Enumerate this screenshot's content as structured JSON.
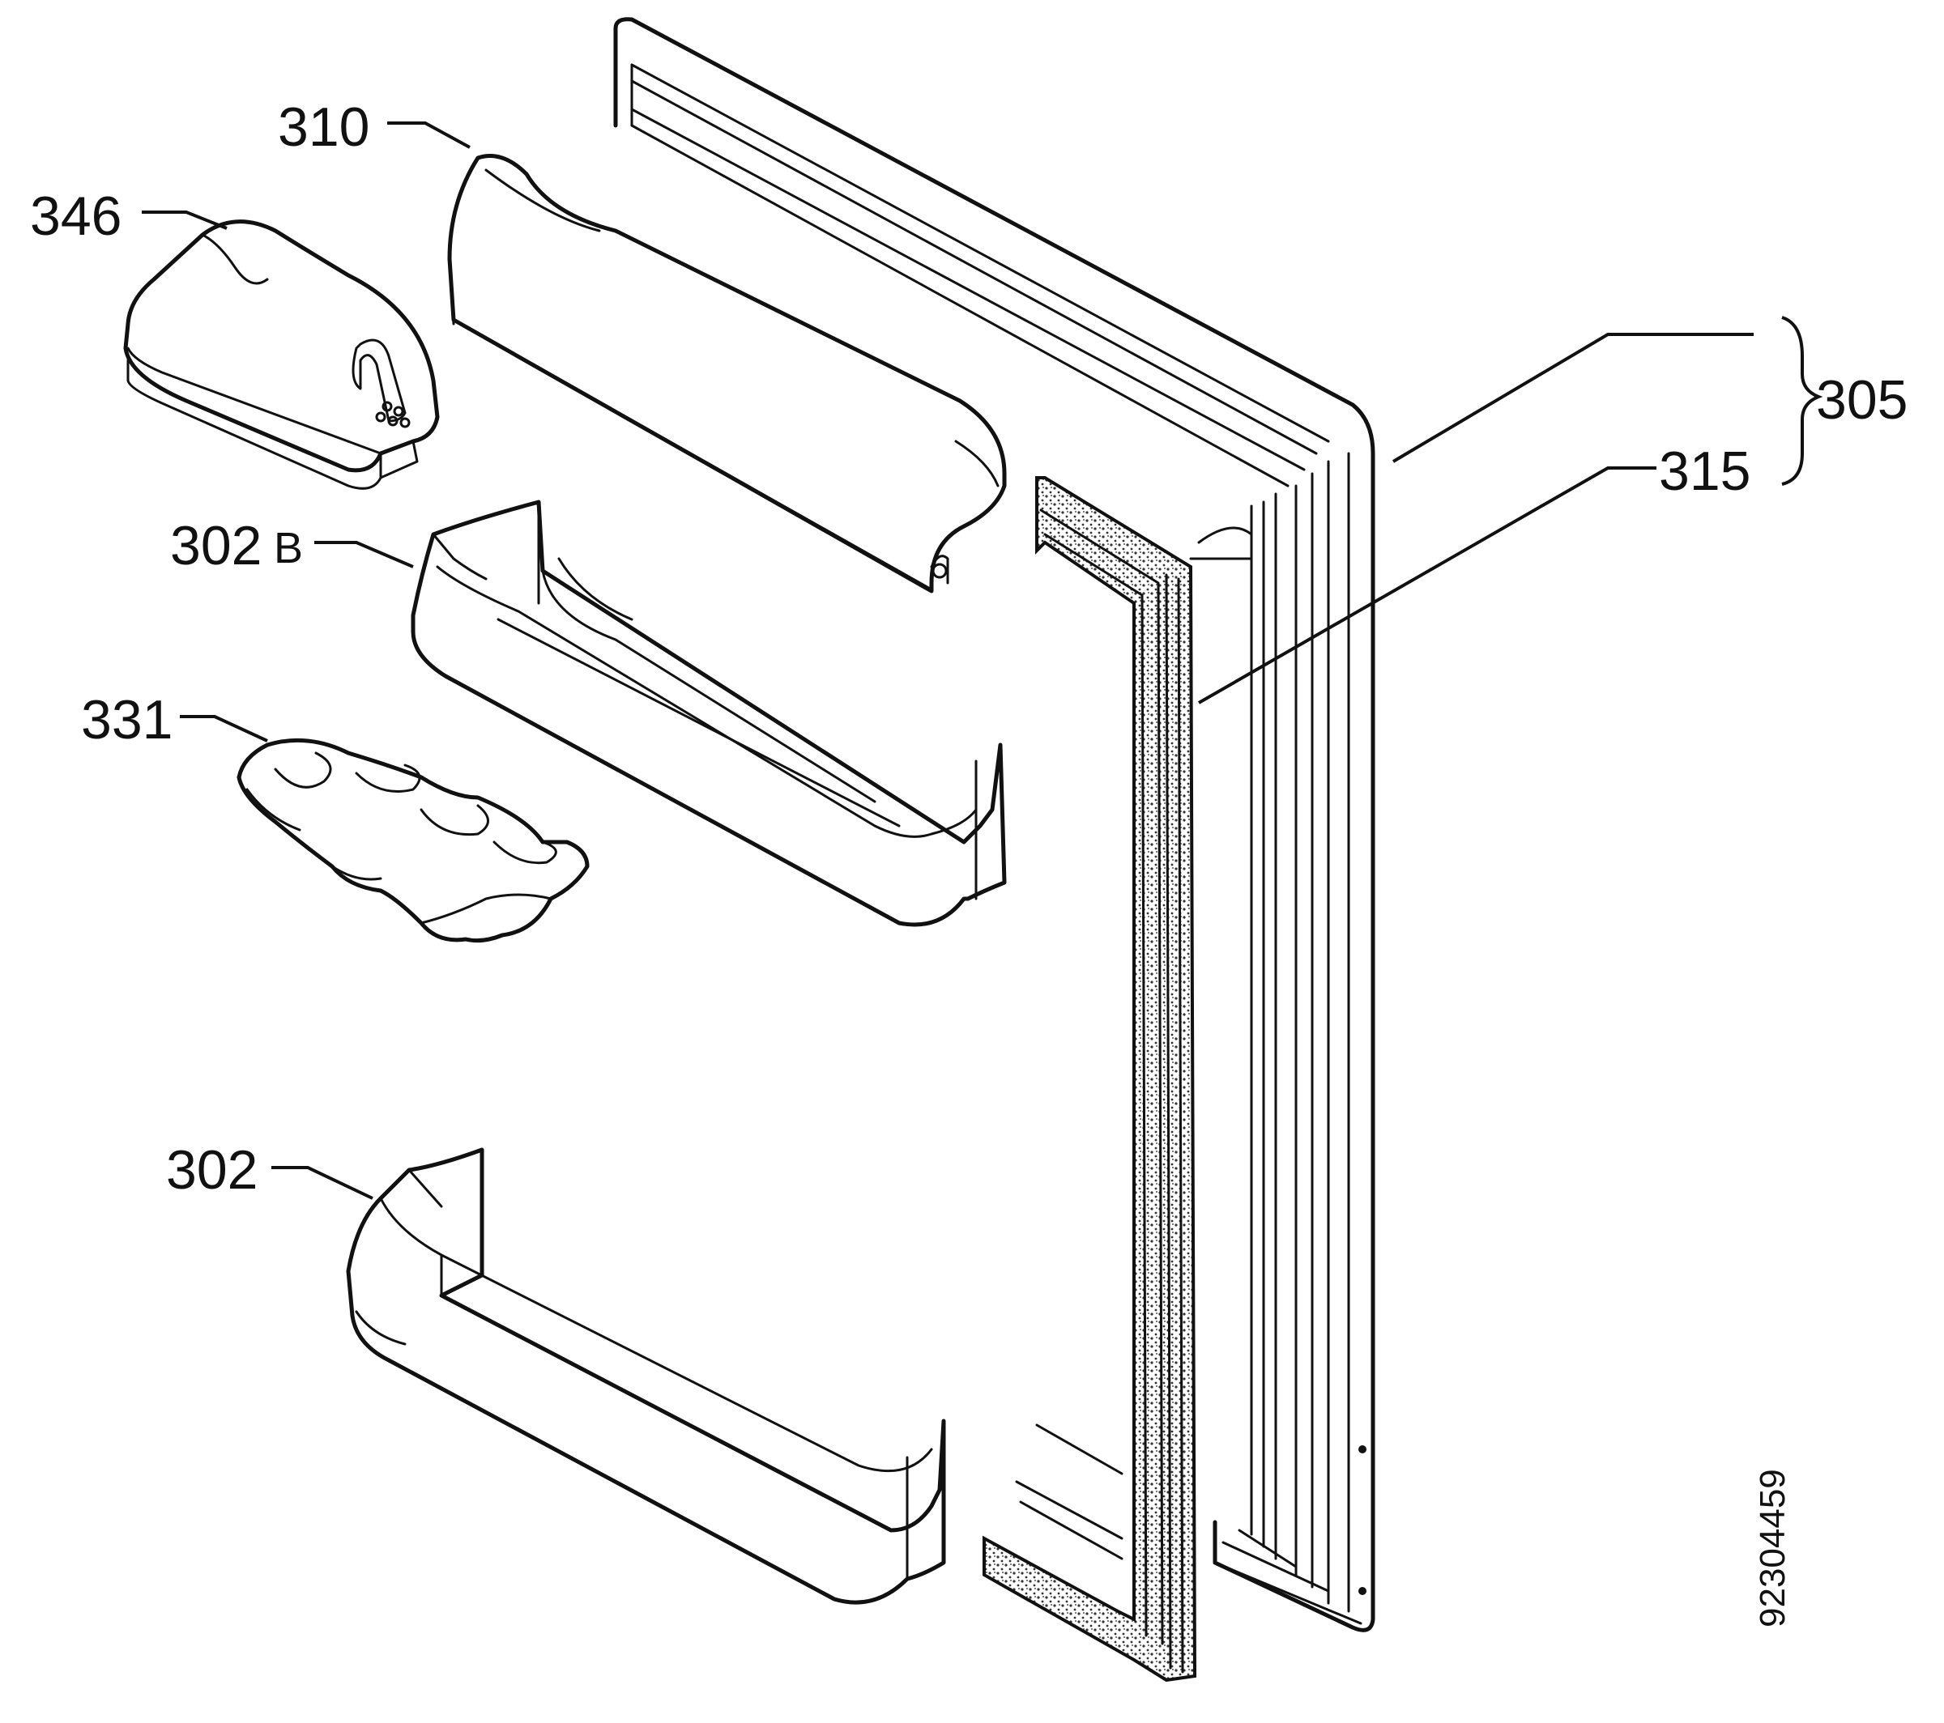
{
  "parts": {
    "p310": "310",
    "p346": "346",
    "p302b_num": "302",
    "p302b_suffix": "B",
    "p331": "331",
    "p302": "302",
    "p305": "305",
    "p315": "315"
  },
  "document_number": "92304459"
}
